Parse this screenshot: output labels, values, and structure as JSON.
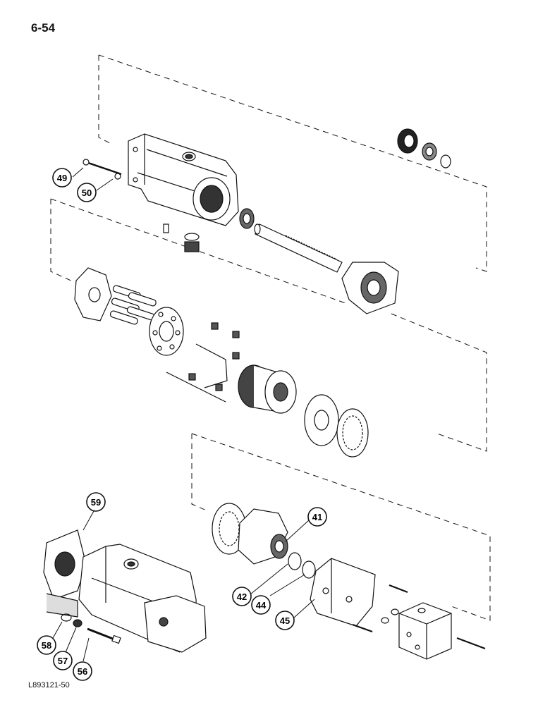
{
  "page": {
    "number": "6-54",
    "figure_id": "L893121-50"
  },
  "callouts": [
    {
      "id": "c49",
      "label": "49"
    },
    {
      "id": "c50",
      "label": "50"
    },
    {
      "id": "c59",
      "label": "59"
    },
    {
      "id": "c41",
      "label": "41"
    },
    {
      "id": "c42",
      "label": "42"
    },
    {
      "id": "c44",
      "label": "44"
    },
    {
      "id": "c45",
      "label": "45"
    },
    {
      "id": "c58",
      "label": "58"
    },
    {
      "id": "c57",
      "label": "57"
    },
    {
      "id": "c56",
      "label": "56"
    }
  ],
  "colors": {
    "ink": "#111111",
    "shade": "#555555",
    "light": "#bbbbbb"
  }
}
